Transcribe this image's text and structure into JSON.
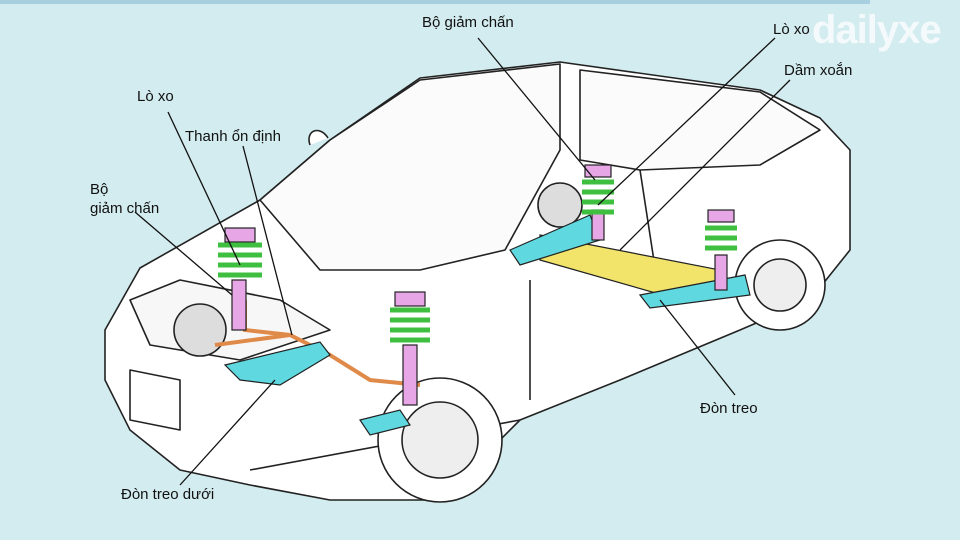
{
  "logo": "dailyxe",
  "labels": {
    "front_shock": [
      "Bộ",
      "giảm chấn"
    ],
    "front_spring": "Lò xo",
    "stabilizer": "Thanh ổn định",
    "lower_arm": "Đòn treo dưới",
    "rear_shock": "Bộ giảm chấn",
    "rear_spring": "Lò xo",
    "torsion_beam": "Dầm xoắn",
    "rear_arm": "Đòn treo"
  },
  "colors": {
    "background": "#d3ecef",
    "spring": "#3fbf3f",
    "strut": "#e7a6e6",
    "arm": "#5fd8e0",
    "torsion_beam": "#f2e36a",
    "stabilizer": "#e08a4a"
  }
}
